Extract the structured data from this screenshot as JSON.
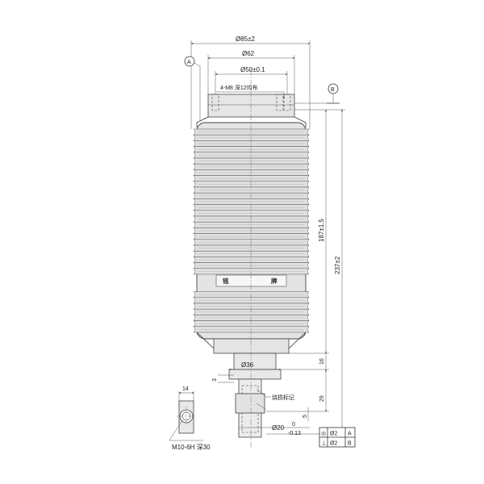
{
  "dimensions": {
    "outer_diameter": "Ø85±2",
    "flange_diameter": "Ø62",
    "bolt_circle": "Ø50±0.1",
    "thread_spec": "4-M8 深12均布",
    "stem_diameter_small": "Ø36",
    "stem_diameter": "Ø20",
    "stem_tol_upper": "0",
    "stem_tol_lower": "-0.13",
    "height_body": "187±1.5",
    "height_total": "237±2",
    "dim_16": "16",
    "dim_29": "29",
    "dim_3": "3",
    "dim_5": "5",
    "dim_14": "14",
    "side_thread": "M10-6H 深30"
  },
  "labels": {
    "nameplate_left": "铭",
    "nameplate_right": "牌",
    "wear_mark": "烧损标记",
    "datum_a": "A",
    "datum_b": "B"
  },
  "tolerance_table": [
    {
      "symbol": "◎",
      "value": "Ø2",
      "datum": "A"
    },
    {
      "symbol": "⊥",
      "value": "Ø2",
      "datum": "B"
    }
  ]
}
